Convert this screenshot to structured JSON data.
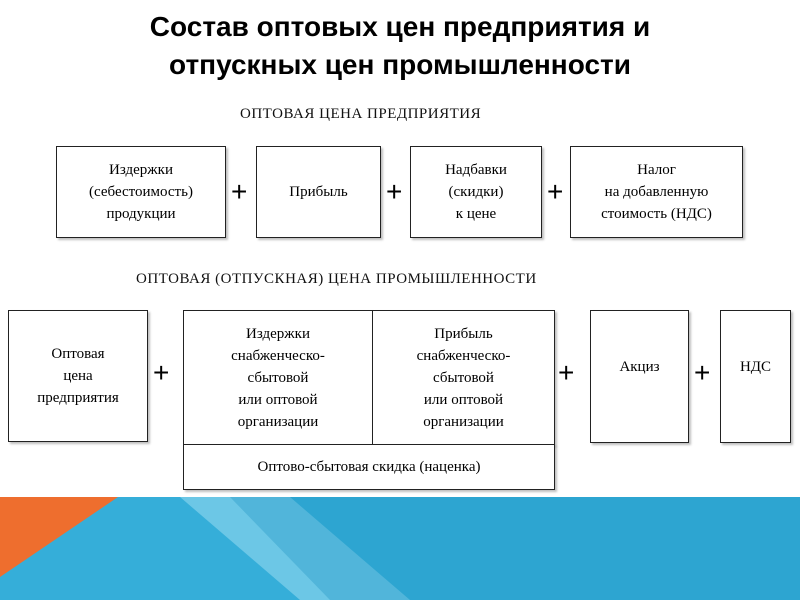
{
  "title_line1": "Состав оптовых цен предприятия и",
  "title_line2": "отпускных цен промышленности",
  "section1": {
    "label": "ОПТОВАЯ ЦЕНА ПРЕДПРИЯТИЯ",
    "boxes": [
      [
        "Издержки",
        "(себестоимость)",
        "продукции"
      ],
      [
        "Прибыль"
      ],
      [
        "Надбавки",
        "(скидки)",
        "к цене"
      ],
      [
        "Налог",
        "на добавленную",
        "стоимость (НДС)"
      ]
    ],
    "plus": "+"
  },
  "section2": {
    "label": "ОПТОВАЯ (ОТПУСКНАЯ) ЦЕНА ПРОМЫШЛЕННОСТИ",
    "boxes": [
      [
        "Оптовая",
        "цена",
        "предприятия"
      ],
      [
        "Издержки",
        "снабженческо-",
        "сбытовой",
        "или оптовой",
        "организации"
      ],
      [
        "Прибыль",
        "снабженческо-",
        "сбытовой",
        "или оптовой",
        "организации"
      ],
      [
        "Акциз"
      ],
      [
        "НДС"
      ]
    ],
    "discount": "Оптово-сбытовая скидка (наценка)",
    "plus": "+"
  },
  "colors": {
    "orange": "#ee6e2e",
    "blue": "#35aed9",
    "blue_light": "#6cc7e6",
    "blue_dark": "#1f95c4"
  }
}
